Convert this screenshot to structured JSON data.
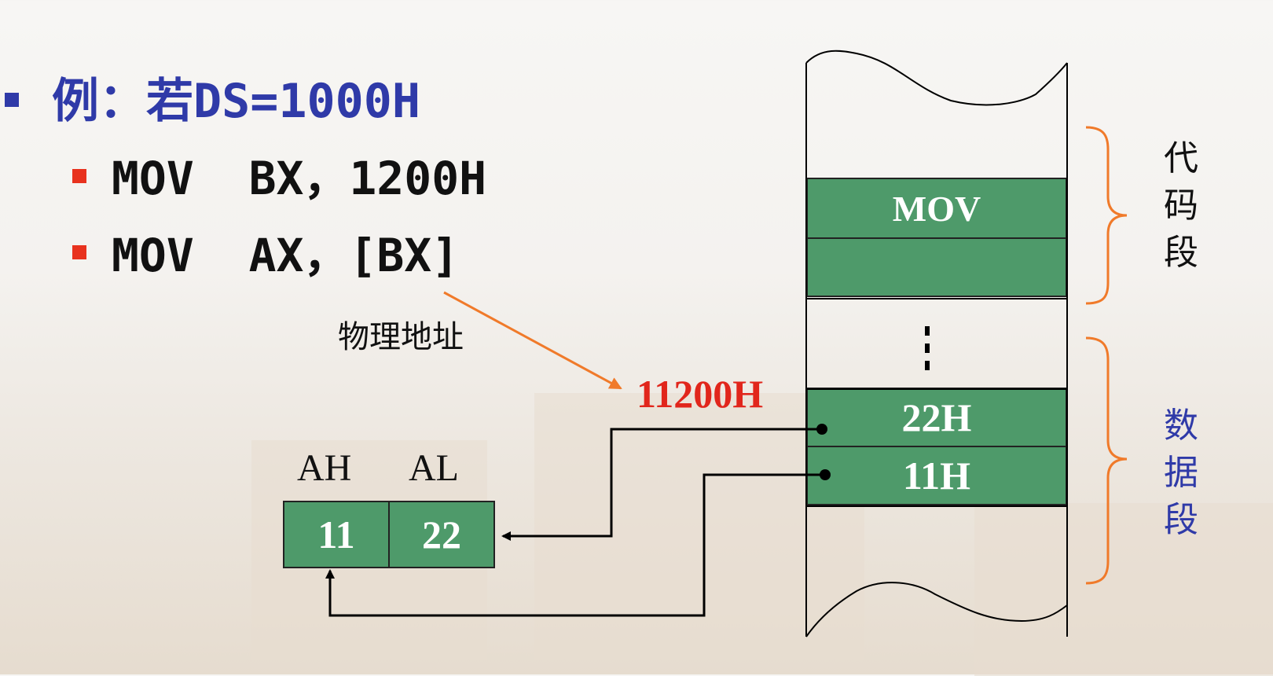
{
  "example_line": "例：若DS=1000H",
  "instructions": [
    "MOV  BX，1200H",
    "MOV  AX，[BX]"
  ],
  "physical_address_label": "物理地址",
  "address_value": "11200H",
  "register": {
    "high_name": "AH",
    "low_name": "AL",
    "high_value": "11",
    "low_value": "22"
  },
  "memory": {
    "code_cell": "MOV",
    "data_cell_1": "22H",
    "data_cell_2": "11H",
    "ellipsis": "⋮"
  },
  "segments": {
    "code": [
      "代",
      "码",
      "段"
    ],
    "data": [
      "数",
      "据",
      "段"
    ]
  },
  "colors": {
    "cell_green": "#4e9a6a",
    "address_red": "#e1261c",
    "bracket_orange": "#f07a2a",
    "title_blue": "#2f3aa8",
    "data_segment_blue": "#2f3aa8"
  }
}
